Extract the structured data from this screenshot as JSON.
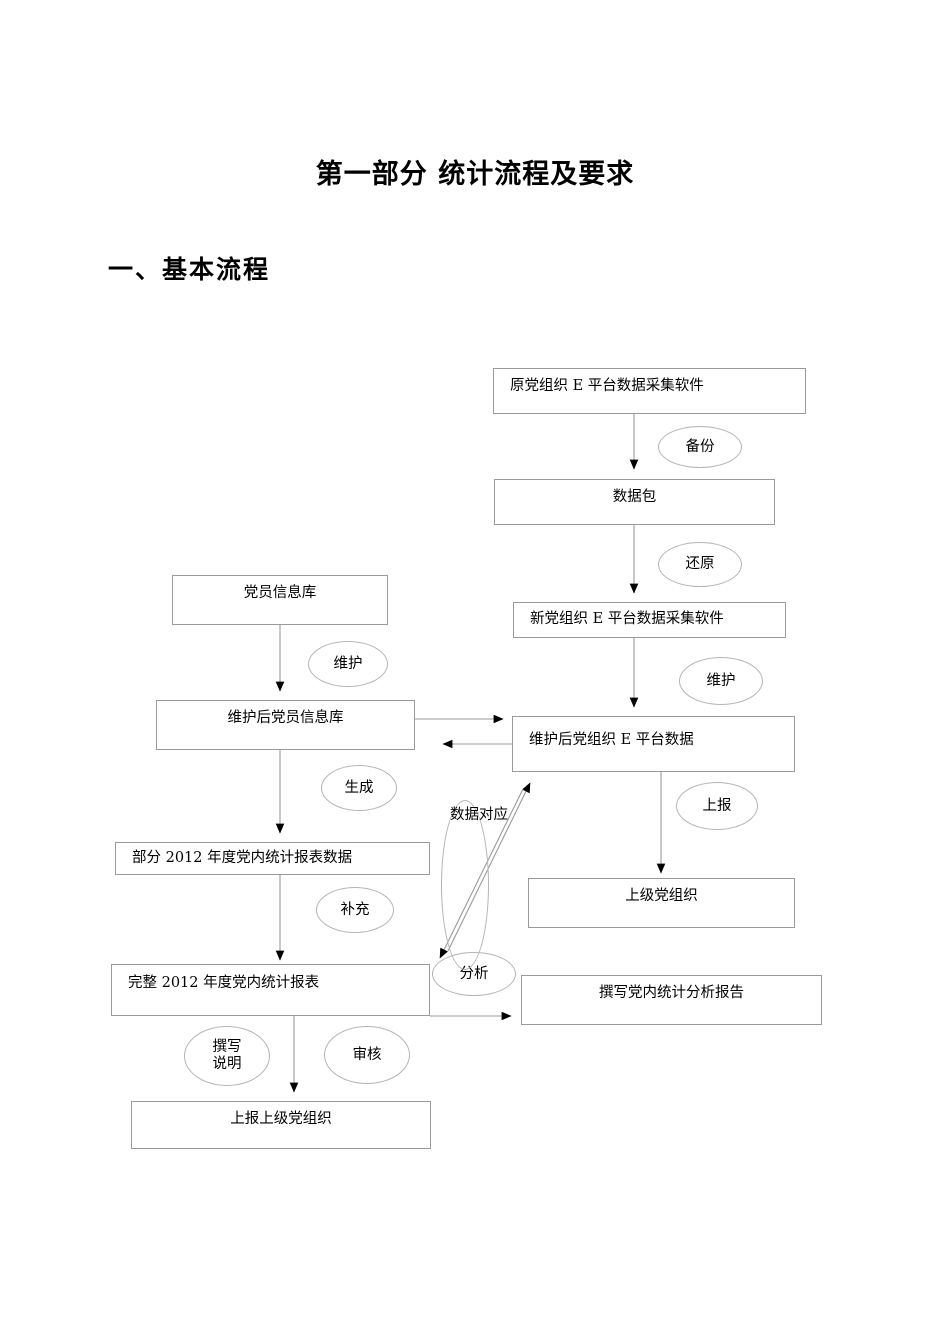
{
  "document": {
    "title": "第一部分 统计流程及要求",
    "section_heading": "一、基本流程"
  },
  "flowchart": {
    "nodes": [
      {
        "id": "old-platform",
        "label": "原党组织 E 平台数据采集软件"
      },
      {
        "id": "data-package",
        "label": "数据包"
      },
      {
        "id": "new-platform",
        "label": "新党组织 E 平台数据采集软件"
      },
      {
        "id": "member-db",
        "label": "党员信息库"
      },
      {
        "id": "member-db-done",
        "label": "维护后党员信息库"
      },
      {
        "id": "org-platform-done",
        "label": "维护后党组织 E 平台数据"
      },
      {
        "id": "partial-report",
        "label": "部分 2012 年度党内统计报表数据"
      },
      {
        "id": "full-report",
        "label": "完整 2012 年度党内统计报表"
      },
      {
        "id": "upper-org",
        "label": "上级党组织"
      },
      {
        "id": "analysis-report",
        "label": "撰写党内统计分析报告"
      },
      {
        "id": "submit-upper-org",
        "label": "上报上级党组织"
      }
    ],
    "operations": [
      {
        "id": "backup",
        "label": "备份"
      },
      {
        "id": "restore",
        "label": "还原"
      },
      {
        "id": "maintain-1",
        "label": "维护"
      },
      {
        "id": "maintain-2",
        "label": "维护"
      },
      {
        "id": "generate",
        "label": "生成"
      },
      {
        "id": "report-up",
        "label": "上报"
      },
      {
        "id": "supplement",
        "label": "补充"
      },
      {
        "id": "analyze",
        "label": "分析"
      },
      {
        "id": "write-note",
        "label": "撰写\n说明"
      },
      {
        "id": "review",
        "label": "审核"
      },
      {
        "id": "data-map-ellipse",
        "label": ""
      }
    ],
    "edge_labels": [
      {
        "id": "data-correspondence",
        "label": "数据对应"
      }
    ],
    "colors": {
      "node_border": "#9a9a9a",
      "ellipse_border": "#b4b4b4",
      "connector": "#9a9a9a",
      "arrowhead": "#000000",
      "text": "#000000",
      "background": "#ffffff"
    }
  }
}
